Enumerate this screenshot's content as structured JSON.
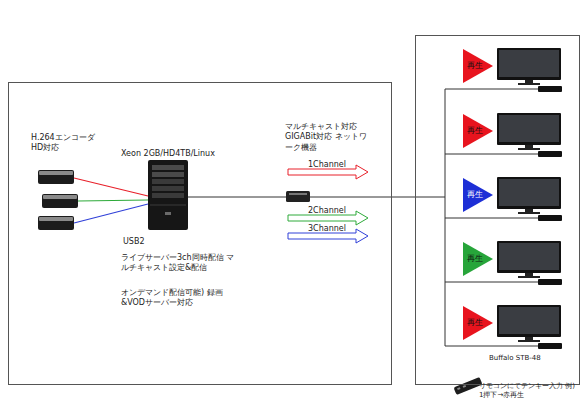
{
  "diagram": {
    "nodes": [
      {
        "text": [
          "H.264エンコーダ HD対応",
          "Xeon 2GB/HD4TB/Linux",
          "USB2",
          "ライブサーバー3ch同時配信 マルチキャスト設定&配信",
          "オンデマンド配信可能) 録画&VODサーバー対応"
        ]
      },
      {
        "text": [
          "Buffalo STB-48",
          "リモコンにてテンキー入力 例) 1押下→赤再生"
        ]
      },
      {
        "text": [
          "再生"
        ],
        "in": 1
      },
      {
        "text": [
          "再生"
        ],
        "in": 1
      },
      {
        "text": [
          "再生"
        ],
        "in": 1
      },
      {
        "text": [
          "再生"
        ],
        "in": 1
      },
      {
        "text": [
          "再生"
        ],
        "in": 1
      }
    ],
    "edges": [
      {
        "from": 0,
        "to": 1,
        "arrow": "none"
      }
    ],
    "labels": [
      "マルチキャスト対応 GIGABit対応 ネットワーク機器",
      "1Channel",
      "2Channel",
      "3Channel"
    ]
  }
}
